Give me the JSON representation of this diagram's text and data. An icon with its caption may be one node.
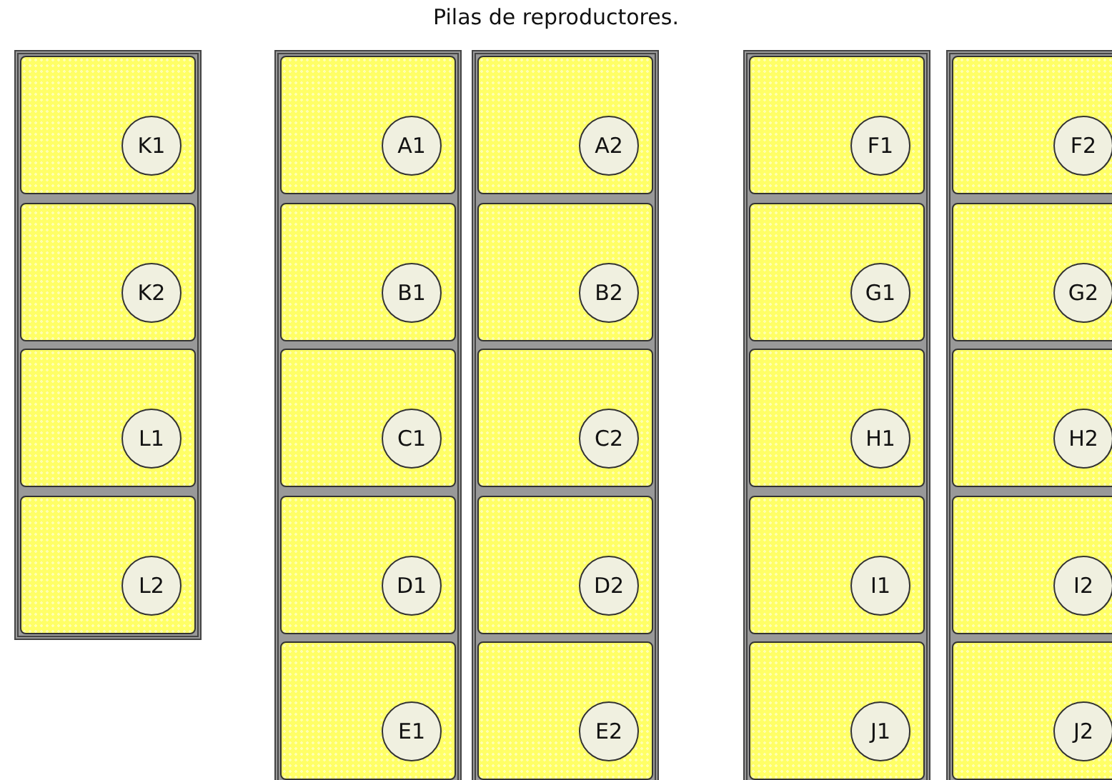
{
  "diagram": {
    "title": "Pilas de reproductores.",
    "nodes": [
      {
        "text": [],
        "shape": "box"
      },
      {
        "text": [
          "K1"
        ],
        "in": 0
      },
      {
        "text": [
          "K2"
        ],
        "in": 0
      },
      {
        "text": [
          "L1"
        ],
        "in": 0
      },
      {
        "text": [
          "L2"
        ],
        "in": 0
      },
      {
        "text": [],
        "shape": "box"
      },
      {
        "text": [
          "A1"
        ],
        "in": 5
      },
      {
        "text": [
          "B1"
        ],
        "in": 5
      },
      {
        "text": [
          "C1"
        ],
        "in": 5
      },
      {
        "text": [
          "D1"
        ],
        "in": 5
      },
      {
        "text": [
          "E1"
        ],
        "in": 5
      },
      {
        "text": [],
        "shape": "box"
      },
      {
        "text": [
          "A2"
        ],
        "in": 11
      },
      {
        "text": [
          "B2"
        ],
        "in": 11
      },
      {
        "text": [
          "C2"
        ],
        "in": 11
      },
      {
        "text": [
          "D2"
        ],
        "in": 11
      },
      {
        "text": [
          "E2"
        ],
        "in": 11
      },
      {
        "text": [],
        "shape": "box"
      },
      {
        "text": [
          "F1"
        ],
        "in": 17
      },
      {
        "text": [
          "G1"
        ],
        "in": 17
      },
      {
        "text": [
          "H1"
        ],
        "in": 17
      },
      {
        "text": [
          "I1"
        ],
        "in": 17
      },
      {
        "text": [
          "J1"
        ],
        "in": 17
      },
      {
        "text": [],
        "shape": "box"
      },
      {
        "text": [
          "F2"
        ],
        "in": 23
      },
      {
        "text": [
          "G2"
        ],
        "in": 23
      },
      {
        "text": [
          "H2"
        ],
        "in": 23
      },
      {
        "text": [
          "I2"
        ],
        "in": 23
      },
      {
        "text": [
          "J2"
        ],
        "in": 23
      }
    ]
  }
}
